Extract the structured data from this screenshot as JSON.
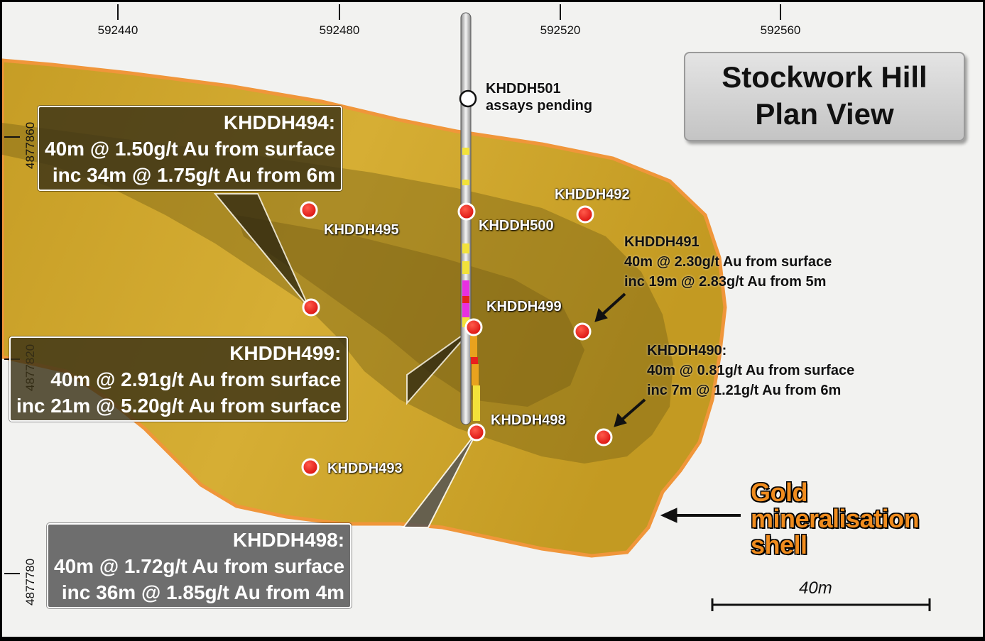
{
  "title": {
    "line1": "Stockwork Hill",
    "line2": "Plan View"
  },
  "grid": {
    "eastings": [
      "592440",
      "592480",
      "592520",
      "592560"
    ],
    "northings": [
      "4877860",
      "4877820",
      "4877780"
    ]
  },
  "holes": [
    {
      "id": "KHDDH501",
      "status": "assays pending",
      "marker": "open"
    },
    {
      "id": "KHDDH500",
      "marker": "red"
    },
    {
      "id": "KHDDH499",
      "marker": "red"
    },
    {
      "id": "KHDDH498",
      "marker": "red"
    },
    {
      "id": "KHDDH495",
      "marker": "red"
    },
    {
      "id": "KHDDH494",
      "marker": "red"
    },
    {
      "id": "KHDDH493",
      "marker": "red"
    },
    {
      "id": "KHDDH492",
      "marker": "red"
    },
    {
      "id": "KHDDH491",
      "marker": "red"
    },
    {
      "id": "KHDDH490",
      "marker": "red"
    }
  ],
  "callouts": {
    "khddh494": {
      "title": "KHDDH494:",
      "line1": "40m @ 1.50g/t Au from surface",
      "line2": "inc 34m @ 1.75g/t Au from 6m"
    },
    "khddh499": {
      "title": "KHDDH499:",
      "line1": "40m @ 2.91g/t Au from surface",
      "line2": "inc 21m @ 5.20g/t Au from surface"
    },
    "khddh498": {
      "title": "KHDDH498:",
      "line1": "40m @ 1.72g/t Au from surface",
      "line2": "inc 36m @ 1.85g/t Au from 4m"
    }
  },
  "notes": {
    "khddh491": {
      "title": "KHDDH491",
      "line1": "40m @ 2.30g/t Au from surface",
      "line2": "inc 19m @ 2.83g/t Au from 5m"
    },
    "khddh490": {
      "title": "KHDDH490:",
      "line1": "40m @ 0.81g/t Au from surface",
      "line2": "inc 7m @ 1.21g/t Au from 6m"
    }
  },
  "shell_label": {
    "line1": "Gold",
    "line2": "mineralisation",
    "line3": "shell"
  },
  "scale_bar": {
    "label": "40m"
  },
  "colors": {
    "shell_fill": "#c9a22a",
    "shell_outline": "#f0963a",
    "marker": "#e8201e",
    "callout_dark": "#3a3220",
    "callout_grey": "#6e6e6e",
    "shell_label": "#f08c1e"
  }
}
